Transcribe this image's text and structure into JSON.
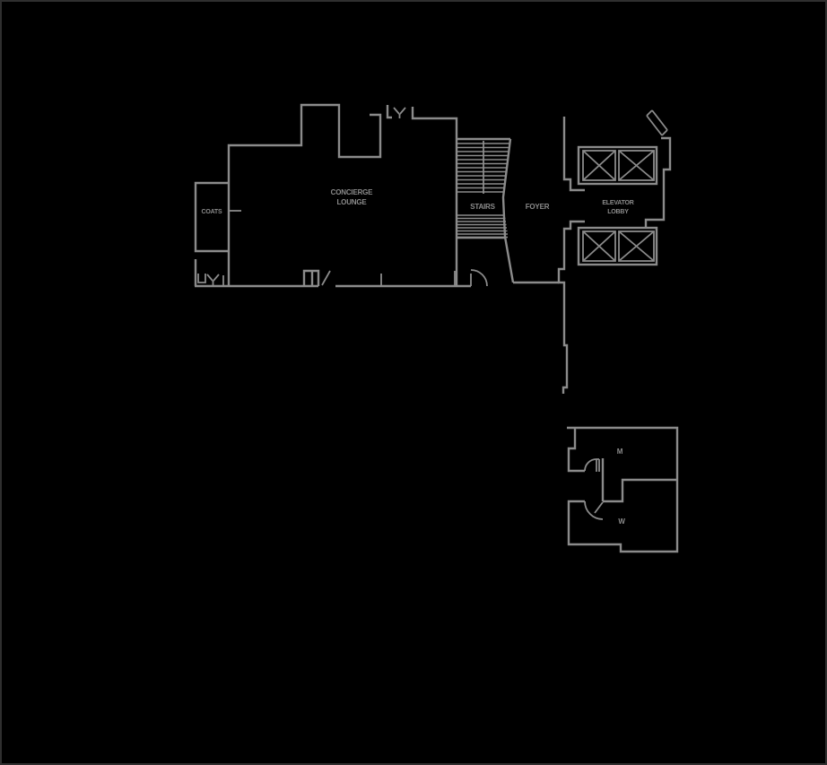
{
  "page": {
    "background_color": "#000000",
    "border_color": "#2f2f2f"
  },
  "floor_plan": {
    "line_color": "#8b8b8b",
    "labels": {
      "concierge_line1": "CONCIERGE",
      "concierge_line2": "LOUNGE",
      "coats": "COATS",
      "stairs": "STAIRS",
      "foyer": "FOYER",
      "elevator_line1": "ELEVATOR",
      "elevator_line2": "LOBBY",
      "mens": "M",
      "womens": "W"
    }
  }
}
